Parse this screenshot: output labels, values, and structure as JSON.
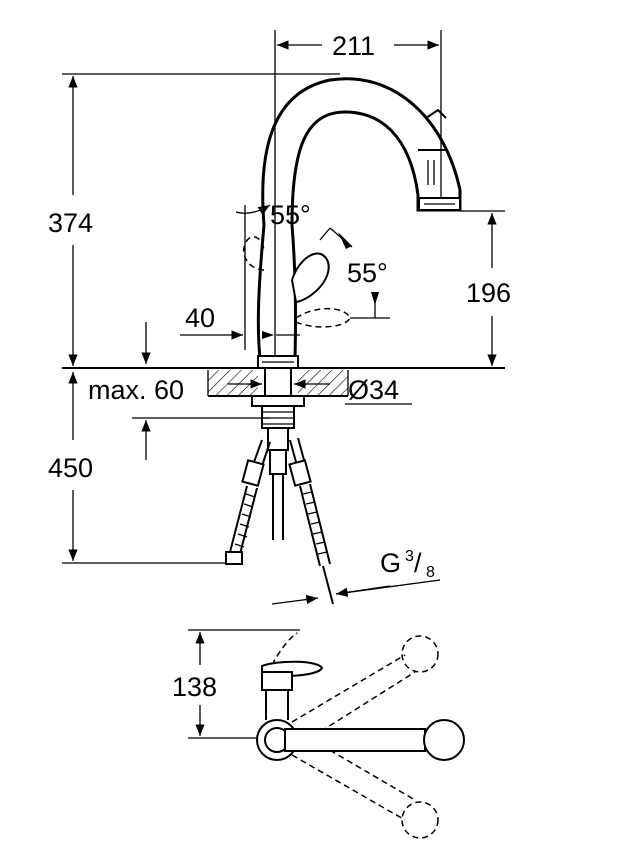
{
  "dimensions": {
    "width_top": "211",
    "height_total": "374",
    "angle_left": "55°",
    "angle_right": "55°",
    "spout_height": "196",
    "offset": "40",
    "max_thickness": "max. 60",
    "hole_diameter": "Ø34",
    "hose_length": "450",
    "thread_prefix": "G",
    "thread_num": "3",
    "thread_den": "8",
    "top_view_depth": "138"
  }
}
